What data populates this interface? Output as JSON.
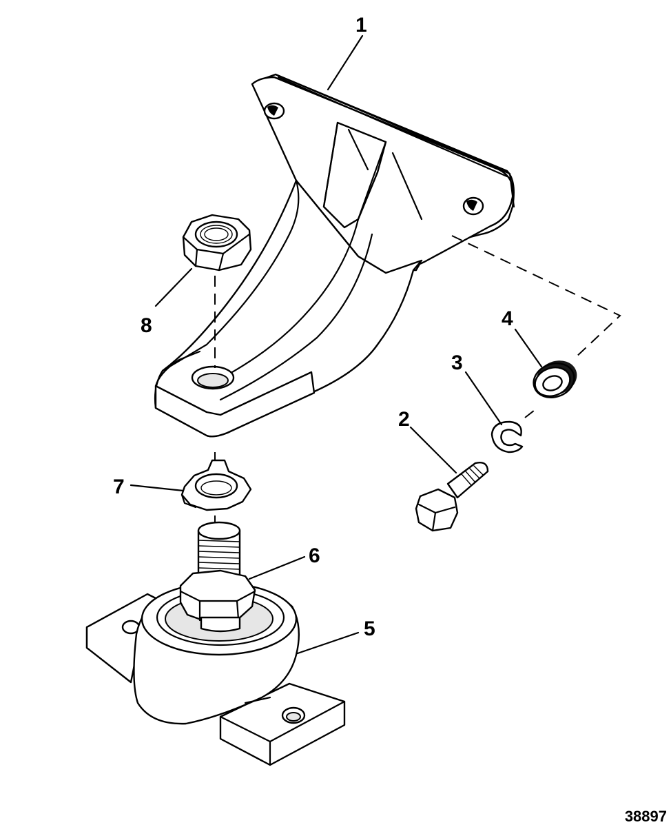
{
  "diagram": {
    "figure_number": "38897",
    "parts": [
      {
        "id": "1",
        "name": "mounting-bracket"
      },
      {
        "id": "2",
        "name": "bolt"
      },
      {
        "id": "3",
        "name": "lock-washer"
      },
      {
        "id": "4",
        "name": "flat-washer"
      },
      {
        "id": "5",
        "name": "engine-mount"
      },
      {
        "id": "6",
        "name": "jam-nut"
      },
      {
        "id": "7",
        "name": "tab-washer"
      },
      {
        "id": "8",
        "name": "hex-nut"
      }
    ]
  }
}
